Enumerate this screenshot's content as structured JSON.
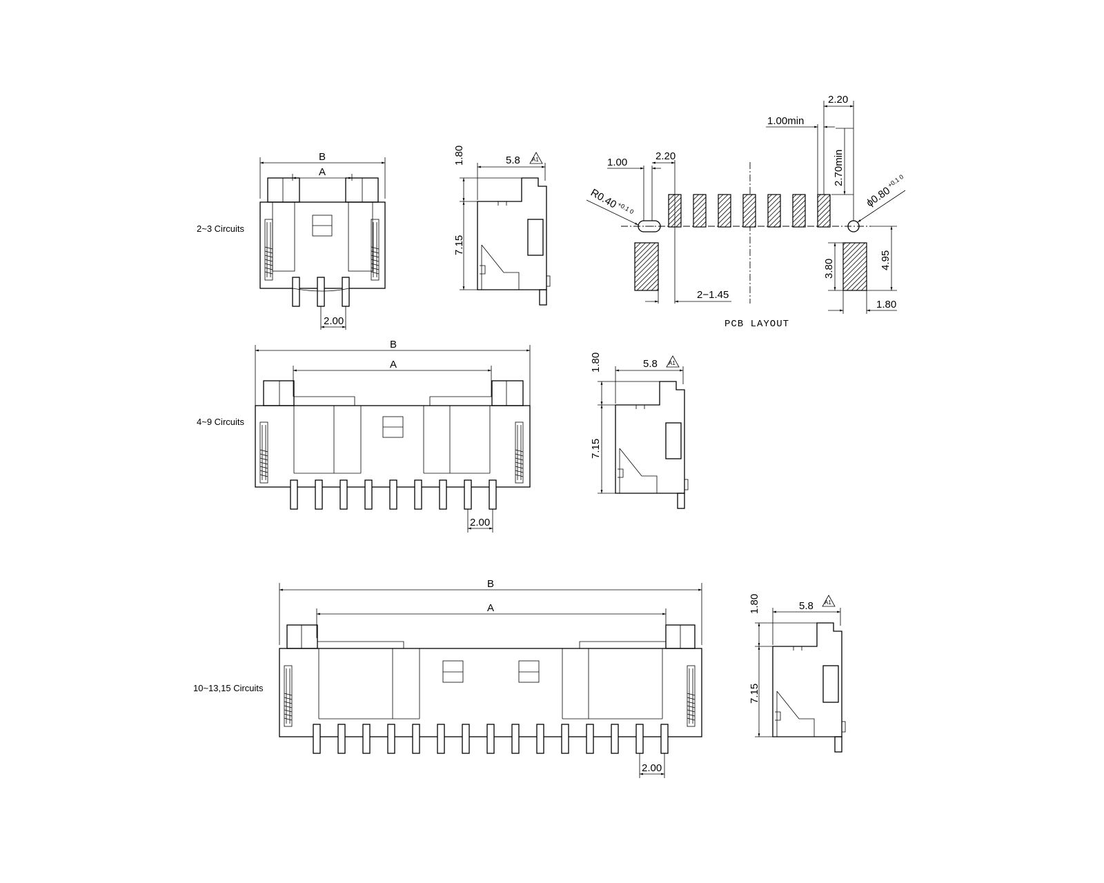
{
  "views": {
    "v1": {
      "caption": "2~3 Circuits",
      "dim_b": "B",
      "dim_a": "A",
      "pitch": "2.00"
    },
    "v2": {
      "caption": "4~9 Circuits",
      "dim_b": "B",
      "dim_a": "A",
      "pitch": "2.00"
    },
    "v3": {
      "caption": "10~13,15 Circuits",
      "dim_b": "B",
      "dim_a": "A",
      "pitch": "2.00"
    }
  },
  "side_view": {
    "top": "1.80",
    "width": "5.8",
    "height": "7.15",
    "rev_mark": "A1"
  },
  "pcb_layout": {
    "title": "PCB LAYOUT",
    "dims": {
      "d_100": "1.00",
      "d_220_a": "2.20",
      "d_100_min": "1.00min",
      "d_220_b": "2.20",
      "d_270_min": "2.70min",
      "d_radius": "R0.40",
      "d_radius_tol": "+0.1 0",
      "d_phi": "ϕ0.80",
      "d_phi_tol": "+0.1 0",
      "d_380": "3.80",
      "d_495": "4.95",
      "d_2_145": "2−1.45",
      "d_180": "1.80"
    }
  }
}
